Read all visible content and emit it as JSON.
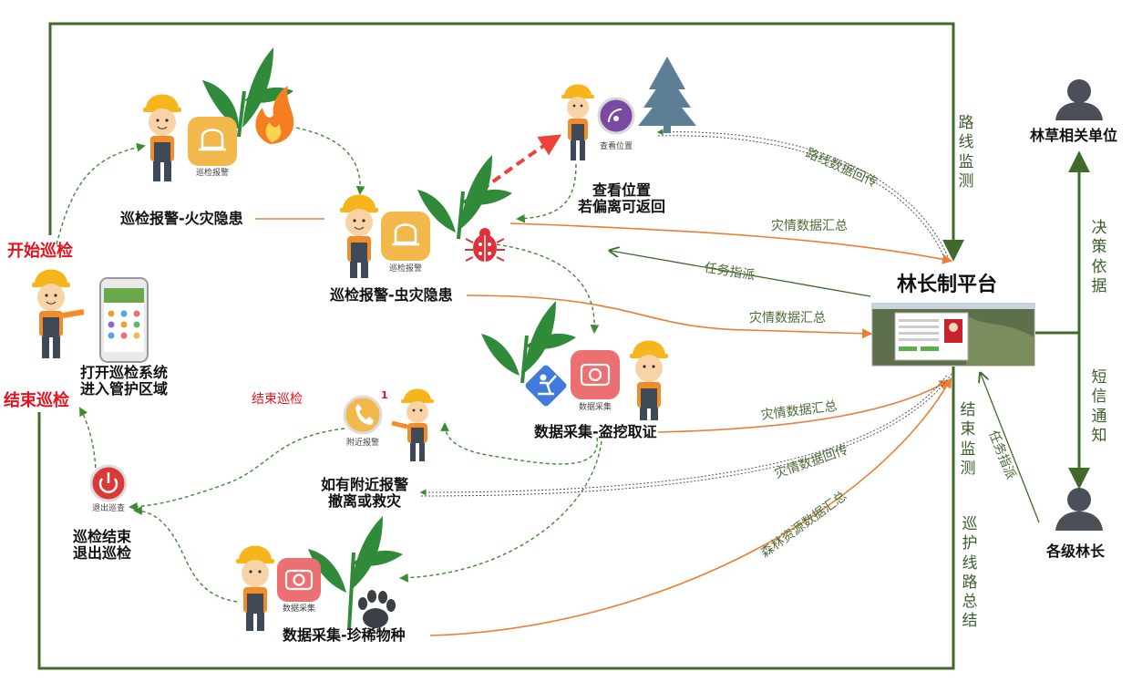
{
  "start_label": "开始巡检",
  "end_label": "结束巡检",
  "open_system": "打开巡检系统\n进入管护区域",
  "fire": {
    "title": "巡检报警-火灾隐患",
    "icon_text": "巡检报警"
  },
  "pest": {
    "title": "巡检报警-虫灾隐患",
    "icon_text": "巡检报警"
  },
  "location": {
    "title": "查看位置\n若偏离可返回",
    "icon_text": "查看位置"
  },
  "digging": {
    "title": "数据采集-盗挖取证",
    "icon_text": "数据采集"
  },
  "rare": {
    "title": "数据采集-珍稀物种",
    "icon_text": "数据采集"
  },
  "nearby": {
    "title": "如有附近报警\n撤离或救灾",
    "icon_text": "附近报警",
    "badge": "1",
    "end_tag": "结束巡检"
  },
  "exit": {
    "title": "巡检结束\n退出巡检",
    "icon_text": "退出巡查"
  },
  "platform": {
    "title": "林长制平台"
  },
  "side_labels": {
    "route_monitor": "路线监测",
    "end_monitor": "结束监测",
    "patrol_summary": "巡护线路总结",
    "decision": "决策依据",
    "sms": "短信通知"
  },
  "flows": {
    "route_return": "路线数据回传",
    "summary1": "灾情数据汇总",
    "task1": "任务指派",
    "summary2": "灾情数据汇总",
    "summary3": "灾情数据汇总",
    "return2": "灾情数据回传",
    "forest": "森林资源数据汇总",
    "task2": "任务指派"
  },
  "agency": "林草相关单位",
  "chiefs": "各级林长",
  "colors": {
    "frame": "#3f6a2a",
    "orange_line": "#ec7d32",
    "dash_green": "#3c8a34",
    "dash_red": "#ef4136",
    "helmet": "#f6b51a",
    "leaf": "#2f8a3a",
    "alarm_bg": "#f2b84b",
    "camera_bg": "#ec7071",
    "person_dark": "#3e4a58"
  }
}
